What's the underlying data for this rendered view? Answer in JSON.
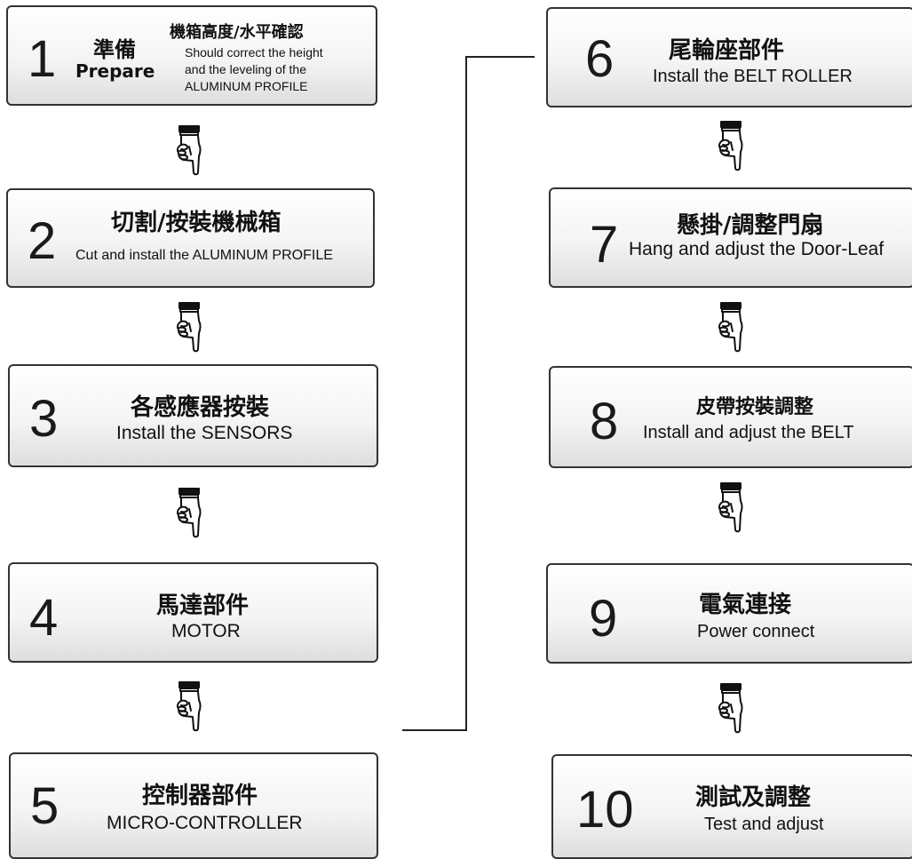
{
  "steps": [
    {
      "num": "1",
      "zh": "準備",
      "en": "Prepare",
      "zh2": "機箱高度/水平確認",
      "en_lines": [
        "Should  correct the height",
        "and the leveling of the",
        "ALUMINUM  PROFILE"
      ]
    },
    {
      "num": "2",
      "zh": "切割/按裝機械箱",
      "en": "Cut and install the ALUMINUM  PROFILE"
    },
    {
      "num": "3",
      "zh": "各感應器按裝",
      "en": "Install the SENSORS"
    },
    {
      "num": "4",
      "zh": "馬達部件",
      "en": "MOTOR"
    },
    {
      "num": "5",
      "zh": "控制器部件",
      "en": "MICRO-CONTROLLER"
    },
    {
      "num": "6",
      "zh": "尾輪座部件",
      "en": "Install the BELT  ROLLER"
    },
    {
      "num": "7",
      "zh": "懸掛/調整門扇",
      "en": "Hang and adjust the Door-Leaf"
    },
    {
      "num": "8",
      "zh": "皮帶按裝調整",
      "en": "Install and  adjust the BELT"
    },
    {
      "num": "9",
      "zh": "電氣連接",
      "en": "Power connect"
    },
    {
      "num": "10",
      "zh": "測試及調整",
      "en": "Test and adjust"
    }
  ],
  "icons": {
    "arrow": "pointing-hand-down-icon"
  },
  "colors": {
    "border": "#333333",
    "text": "#111111"
  }
}
